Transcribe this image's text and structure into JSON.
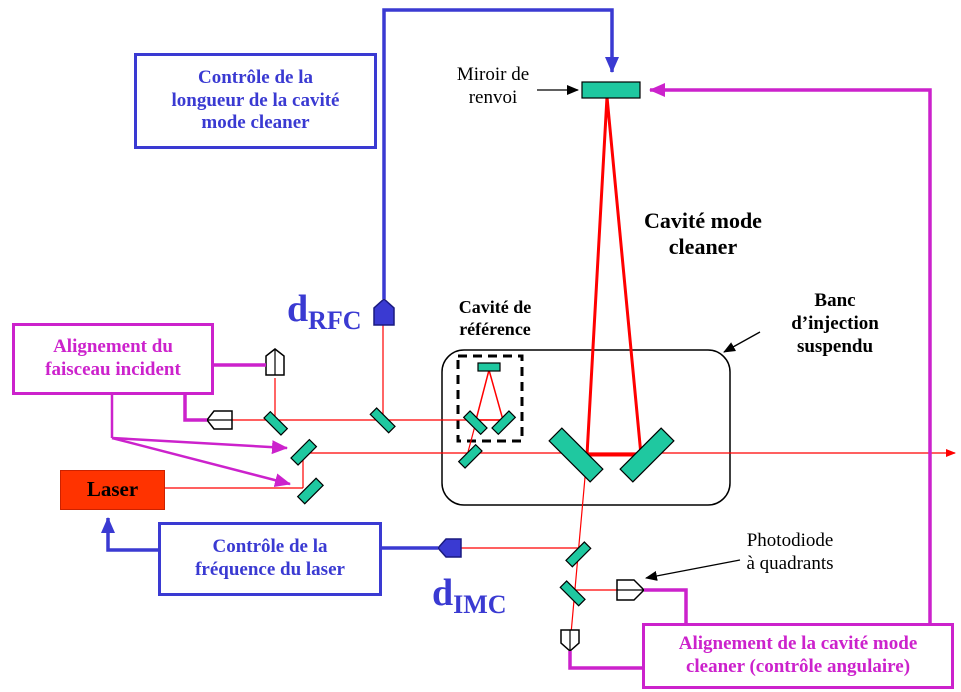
{
  "boxes": {
    "rfc_control": "Contrôle de la\nlongueur de la cavité\nmode cleaner",
    "beam_alignment": "Alignement du\nfaisceau incident",
    "laser": "Laser",
    "laser_freq_control": "Contrôle de la\nfréquence du laser",
    "mc_alignment": "Alignement de la cavité mode\ncleaner (contrôle angulaire)"
  },
  "labels": {
    "relay_mirror": "Miroir de\nrenvoi",
    "mode_cleaner_cavity": "Cavité mode\ncleaner",
    "reference_cavity": "Cavité de\nréférence",
    "injection_bench": "Banc\nd’injection\nsuspendu",
    "photodiode": "Photodiode\nà quadrants"
  },
  "detectors": {
    "rfc": {
      "main": "d",
      "sub": "RFC"
    },
    "imc": {
      "main": "d",
      "sub": "IMC"
    }
  },
  "colors": {
    "beam": "#ff0000",
    "blue_control": "#3a3ad2",
    "magenta_control": "#cc22cc",
    "mirror": "#1fc8a0",
    "laser": "#ff3300"
  }
}
